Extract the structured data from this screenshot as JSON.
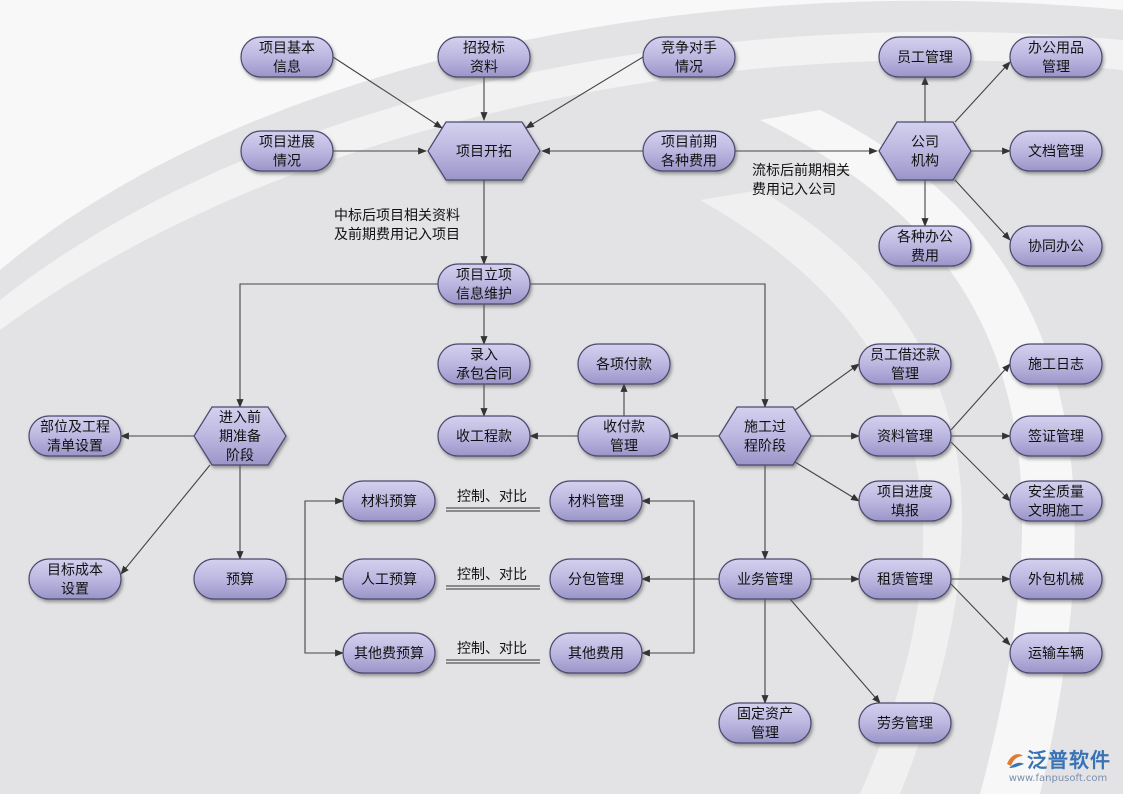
{
  "nodes": {
    "xmjbxx": {
      "lines": [
        "项目基本",
        "信息"
      ]
    },
    "ztbzl": {
      "lines": [
        "招投标",
        "资料"
      ]
    },
    "jzds": {
      "lines": [
        "竞争对手",
        "情况"
      ]
    },
    "xmjzqk": {
      "lines": [
        "项目进展",
        "情况"
      ]
    },
    "xmkt": {
      "lines": [
        "项目开拓"
      ]
    },
    "xmqqfy": {
      "lines": [
        "项目前期",
        "各种费用"
      ]
    },
    "gsjg": {
      "lines": [
        "公司",
        "机构"
      ]
    },
    "ygglA": {
      "lines": [
        "员工管理"
      ]
    },
    "bgyp": {
      "lines": [
        "办公用品",
        "管理"
      ]
    },
    "wdgl": {
      "lines": [
        "文档管理"
      ]
    },
    "gzbgfy": {
      "lines": [
        "各种办公",
        "费用"
      ]
    },
    "xtbg": {
      "lines": [
        "协同办公"
      ]
    },
    "xmlx": {
      "lines": [
        "项目立项",
        "信息维护"
      ]
    },
    "lrcbht": {
      "lines": [
        "录入",
        "承包合同"
      ]
    },
    "gxfk": {
      "lines": [
        "各项付款"
      ]
    },
    "sgck": {
      "lines": [
        "收工程款"
      ]
    },
    "sfkgl": {
      "lines": [
        "收付款",
        "管理"
      ]
    },
    "jrqq": {
      "lines": [
        "进入前",
        "期准备",
        "阶段"
      ]
    },
    "bwgc": {
      "lines": [
        "部位及工程",
        "清单设置"
      ]
    },
    "sgjd": {
      "lines": [
        "施工过",
        "程阶段"
      ]
    },
    "ygjhk": {
      "lines": [
        "员工借还款",
        "管理"
      ]
    },
    "zlgl": {
      "lines": [
        "资料管理"
      ]
    },
    "xmjdtb": {
      "lines": [
        "项目进度",
        "填报"
      ]
    },
    "sgrz": {
      "lines": [
        "施工日志"
      ]
    },
    "qzgl": {
      "lines": [
        "签证管理"
      ]
    },
    "aqzl": {
      "lines": [
        "安全质量",
        "文明施工"
      ]
    },
    "clys": {
      "lines": [
        "材料预算"
      ]
    },
    "clgl": {
      "lines": [
        "材料管理"
      ]
    },
    "rgys": {
      "lines": [
        "人工预算"
      ]
    },
    "fbgl": {
      "lines": [
        "分包管理"
      ]
    },
    "qtfyys": {
      "lines": [
        "其他费预算"
      ]
    },
    "qtfy": {
      "lines": [
        "其他费用"
      ]
    },
    "mbcb": {
      "lines": [
        "目标成本",
        "设置"
      ]
    },
    "ys": {
      "lines": [
        "预算"
      ]
    },
    "ywgl": {
      "lines": [
        "业务管理"
      ]
    },
    "zlglB": {
      "lines": [
        "租赁管理"
      ]
    },
    "wbjx": {
      "lines": [
        "外包机械"
      ]
    },
    "yscl": {
      "lines": [
        "运输车辆"
      ]
    },
    "gdzc": {
      "lines": [
        "固定资产",
        "管理"
      ]
    },
    "lwgl": {
      "lines": [
        "劳务管理"
      ]
    }
  },
  "labels": {
    "winning_transfer": [
      "中标后项目相关资料",
      "及前期费用记入项目"
    ],
    "losing_transfer": [
      "流标后前期相关",
      "费用记入公司"
    ],
    "control_compare": "控制、对比"
  },
  "brand": {
    "name": "泛普软件",
    "url": "www.fanpusoft.com"
  },
  "colors": {
    "node_fill_light": "#c9c5e6",
    "node_fill_dark": "#9a95c8",
    "node_border": "#4a4870",
    "node_text": "#111111",
    "arrow": "#444444",
    "background": "#e3e3e5",
    "brand": "#3a73b5"
  }
}
